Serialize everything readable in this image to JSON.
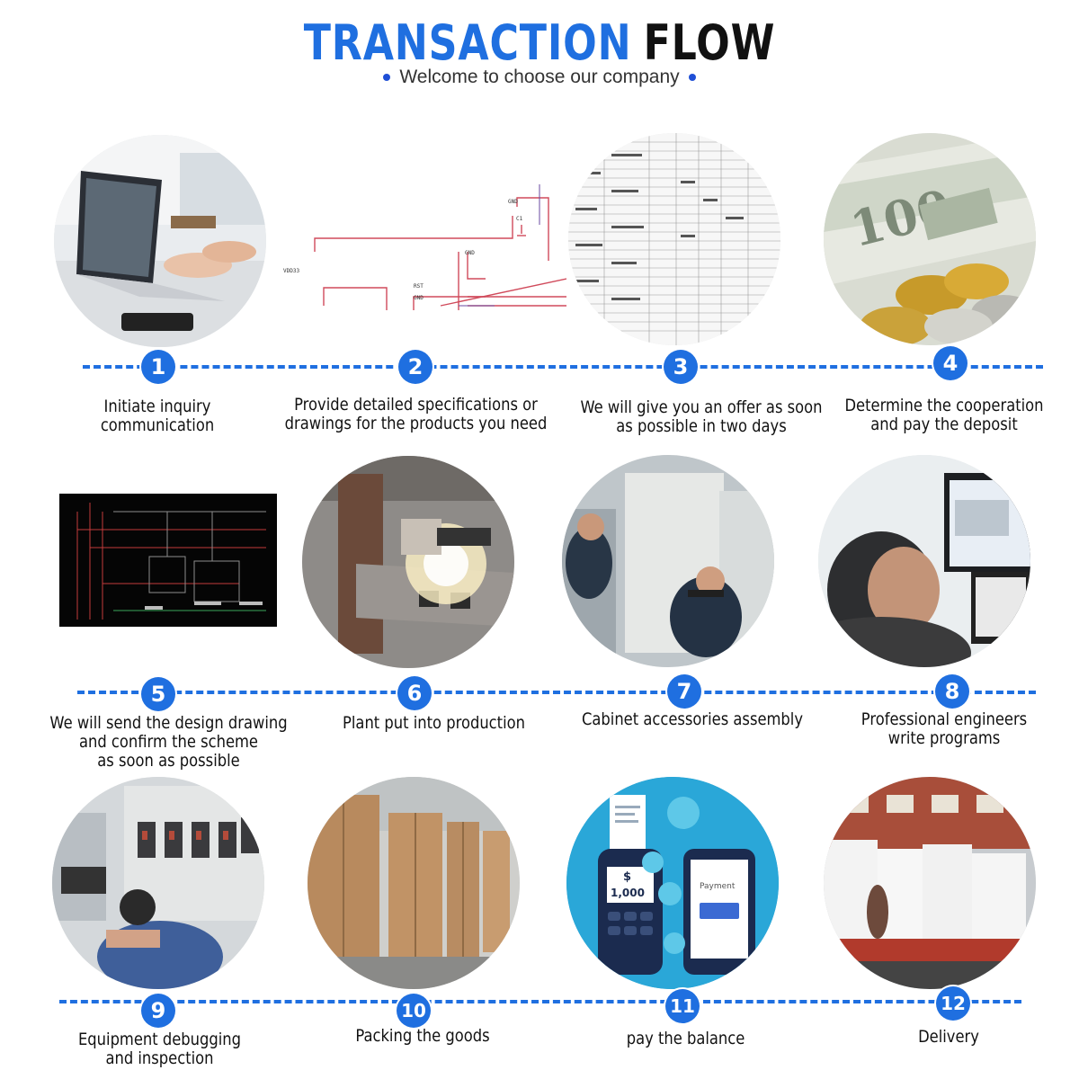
{
  "header": {
    "title_blue": "TRANSACTION",
    "title_black": "FLOW",
    "subtitle": "Welcome to choose our company"
  },
  "steps": [
    {
      "number": "1",
      "label": "Initiate inquiry\ncommunication"
    },
    {
      "number": "2",
      "label": "Provide detailed specifications or\ndrawings for the products you need"
    },
    {
      "number": "3",
      "label": "We will give you an offer as soon\nas possible in two days"
    },
    {
      "number": "4",
      "label": "Determine the cooperation\nand pay the deposit"
    },
    {
      "number": "5",
      "label": "We will send the design drawing\nand confirm the scheme\nas soon as possible"
    },
    {
      "number": "6",
      "label": "Plant put into production"
    },
    {
      "number": "7",
      "label": "Cabinet accessories assembly"
    },
    {
      "number": "8",
      "label": "Professional engineers\nwrite programs"
    },
    {
      "number": "9",
      "label": "Equipment debugging\nand inspection"
    },
    {
      "number": "10",
      "label": "Packing the goods"
    },
    {
      "number": "11",
      "label": "pay the balance"
    },
    {
      "number": "12",
      "label": "Delivery"
    }
  ],
  "images": {
    "schematic_labels": [
      "VDD33",
      "GND",
      "GND",
      "C1",
      "RST",
      "GND"
    ],
    "money_text": "100",
    "pos_amount": "1,000",
    "pos_currency": "$",
    "phone_text": "Payment"
  },
  "colors": {
    "accent": "#1f6fe0",
    "text": "#111111"
  }
}
